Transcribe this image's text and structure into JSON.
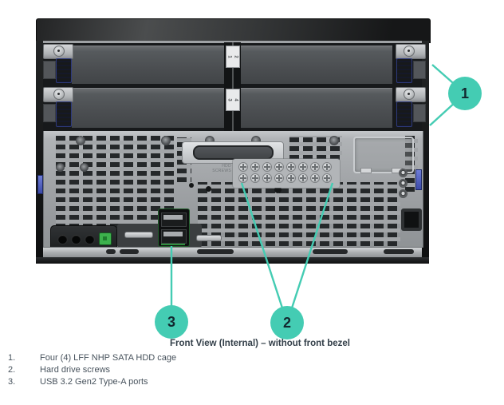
{
  "figure": {
    "caption": "Front View (Internal) – without front bezel"
  },
  "callouts": [
    {
      "number": "1"
    },
    {
      "number": "2"
    },
    {
      "number": "3"
    }
  ],
  "legend": {
    "items": [
      {
        "number": "1.",
        "text": "Four (4) LFF NHP SATA HDD cage"
      },
      {
        "number": "2.",
        "text": "Hard drive screws"
      },
      {
        "number": "3.",
        "text": "USB 3.2 Gen2 Type-A ports"
      }
    ]
  },
  "server": {
    "hdd_screws_label": "HDD SCREWS",
    "bay_labels": [
      "1",
      "2",
      "3",
      "4"
    ]
  },
  "colors": {
    "accent": "#44CCB3",
    "callout_text": "#13282F",
    "caption_text": "#333F49",
    "legend_text": "#47525C",
    "latch_blue": "#6B7BD6",
    "power_green": "#3DB24D"
  }
}
